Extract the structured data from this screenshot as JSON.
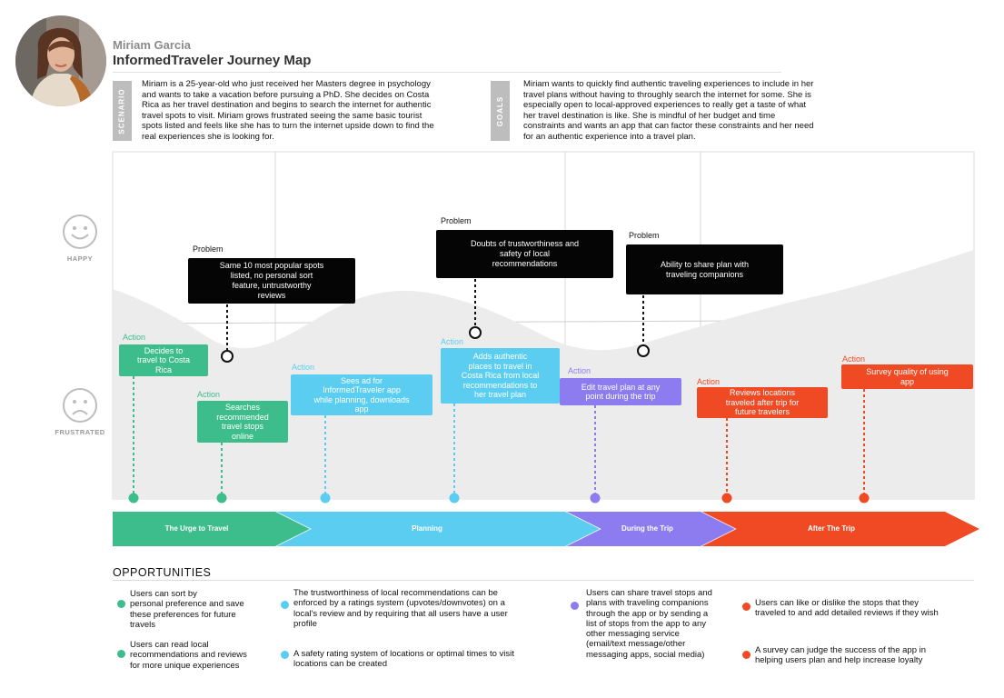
{
  "persona": {
    "name": "Miriam Garcia",
    "map_title": "InformedTraveler Journey Map"
  },
  "scenario": {
    "tab_label": "SCENARIO",
    "lines": [
      "Miriam is a 25-year-old who just received her Masters degree in psychology",
      "and wants to take a vacation before pursuing a PhD. She decides on Costa",
      "Rica as her travel destination and begins to search the internet for authentic",
      "travel spots to visit. Miriam grows frustrated seeing the same basic tourist",
      "spots listed and feels like she has to turn the internet upside down to find the",
      "real experiences she is looking for."
    ]
  },
  "goals": {
    "tab_label": "GOALS",
    "lines": [
      "Miriam wants to quickly find authentic traveling experiences to include in her",
      "travel plans without having to throughly search the internet for some. She is",
      "especially open to local-approved experiences to really get a taste of what",
      "her travel destination is like. She is mindful of her budget and time",
      "constraints and wants an app that can factor these constraints and her need",
      "for an authentic experience into a travel plan."
    ]
  },
  "mood": {
    "happy_label": "HAPPY",
    "frustrated_label": "FRUSTRATED"
  },
  "colors": {
    "green": "#3dbd8c",
    "blue": "#5bcdf0",
    "purple": "#8c7cf0",
    "orange": "#f04a24",
    "problem": "#050505",
    "area": "#ececec"
  },
  "problems": [
    {
      "label": "Problem",
      "lines": [
        "Same 10 most popular spots",
        "listed, no personal sort",
        "feature, untrustworthy",
        "reviews"
      ]
    },
    {
      "label": "Problem",
      "lines": [
        "Doubts of trustworthiness and",
        "safety of local",
        "recommendations"
      ]
    },
    {
      "label": "Problem",
      "lines": [
        "Ability to share plan with",
        "traveling companions"
      ]
    }
  ],
  "actions": [
    {
      "label": "Action",
      "color": "#3dbd8c",
      "lines": [
        "Decides to",
        "travel to Costa",
        "Rica"
      ]
    },
    {
      "label": "Action",
      "color": "#3dbd8c",
      "lines": [
        "Searches",
        "recommended",
        "travel stops",
        "online"
      ]
    },
    {
      "label": "Action",
      "color": "#5bcdf0",
      "lines": [
        "Sees ad for",
        "InformedTraveler app",
        "while planning, downloads",
        "app"
      ]
    },
    {
      "label": "Action",
      "color": "#5bcdf0",
      "lines": [
        "Adds authentic",
        "places to travel in",
        "Costa Rica from local",
        "recommendations to",
        "her travel plan"
      ]
    },
    {
      "label": "Action",
      "color": "#8c7cf0",
      "lines": [
        "Edit travel plan at any",
        "point during the trip"
      ]
    },
    {
      "label": "Action",
      "color": "#f04a24",
      "lines": [
        "Reviews locations",
        "traveled after trip for",
        "future travelers"
      ]
    },
    {
      "label": "Action",
      "color": "#f04a24",
      "lines": [
        "Survey quality of using",
        "app"
      ]
    }
  ],
  "phases": [
    {
      "name": "The Urge to Travel",
      "color": "#3dbd8c"
    },
    {
      "name": "Planning",
      "color": "#5bcdf0"
    },
    {
      "name": "During the Trip",
      "color": "#8c7cf0"
    },
    {
      "name": "After The Trip",
      "color": "#f04a24"
    }
  ],
  "opportunities": {
    "heading": "OPPORTUNITIES",
    "items": [
      {
        "color": "#3dbd8c",
        "lines": [
          "Users can sort by",
          "personal preference and save",
          "these preferences for future",
          "travels"
        ]
      },
      {
        "color": "#3dbd8c",
        "lines": [
          "Users can read local",
          "recommendations and reviews",
          "for more unique experiences"
        ]
      },
      {
        "color": "#5bcdf0",
        "lines": [
          "The trustworthiness of local recommendations can be",
          "enforced by a ratings system (upvotes/downvotes) on a",
          "local's  review and by requiring that all users have a user",
          "profile"
        ]
      },
      {
        "color": "#5bcdf0",
        "lines": [
          "A safety rating system of locations or optimal times to visit",
          "locations can be created"
        ]
      },
      {
        "color": "#8c7cf0",
        "lines": [
          "Users can share travel stops and",
          "plans with traveling companions",
          "through the app or by sending a",
          "list of stops from the app to any",
          "other messaging service",
          "(email/text message/other",
          "messaging apps, social media)"
        ]
      },
      {
        "color": "#f04a24",
        "lines": [
          "Users can like or dislike the stops that they",
          "traveled to and add detailed reviews if they wish"
        ]
      },
      {
        "color": "#f04a24",
        "lines": [
          "A survey can judge the success of the app in",
          "helping users plan and help increase loyalty"
        ]
      }
    ]
  }
}
